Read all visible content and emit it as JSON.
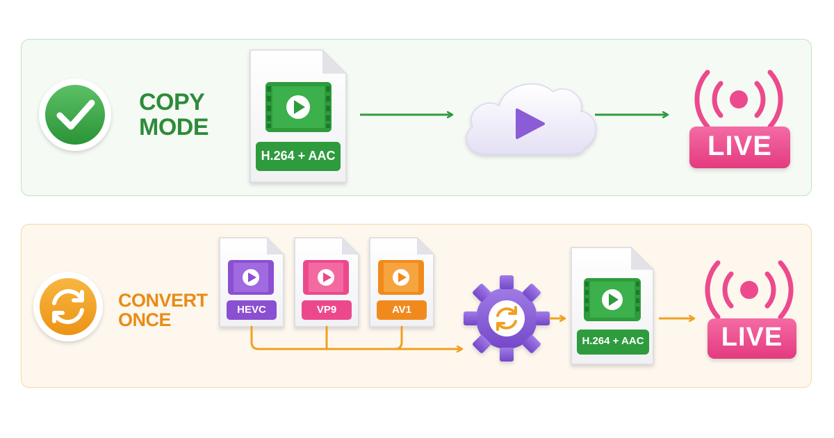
{
  "copy_mode": {
    "label_line1": "COPY",
    "label_line2": "MODE",
    "file_codec": "H.264 + AAC",
    "output": "LIVE"
  },
  "convert_once": {
    "label_line1": "CONVERT",
    "label_line2": "ONCE",
    "inputs": [
      {
        "codec": "HEVC",
        "color": "#8b4fd1"
      },
      {
        "codec": "VP9",
        "color": "#ec4a8c"
      },
      {
        "codec": "AV1",
        "color": "#f18a1c"
      }
    ],
    "file_codec": "H.264 + AAC",
    "output": "LIVE"
  },
  "colors": {
    "green": "#2e9b3e",
    "orange": "#f0a020",
    "pink": "#ec4a8c",
    "purple": "#8b5cd6"
  }
}
